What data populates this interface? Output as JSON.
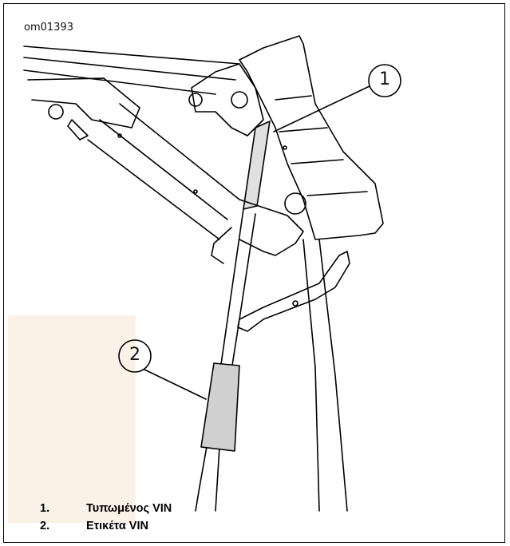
{
  "figure": {
    "id_label": "om01393"
  },
  "callouts": [
    {
      "number": "1",
      "target": "stamped-vin"
    },
    {
      "number": "2",
      "target": "vin-label"
    }
  ],
  "legend": [
    {
      "number": "1.",
      "text": "Τυπωμένος VIN"
    },
    {
      "number": "2.",
      "text": "Ετικέτα VIN"
    }
  ],
  "colors": {
    "line": "#000000",
    "label_fill": "#d0d0d0",
    "watermark": "#f6e6d4"
  }
}
